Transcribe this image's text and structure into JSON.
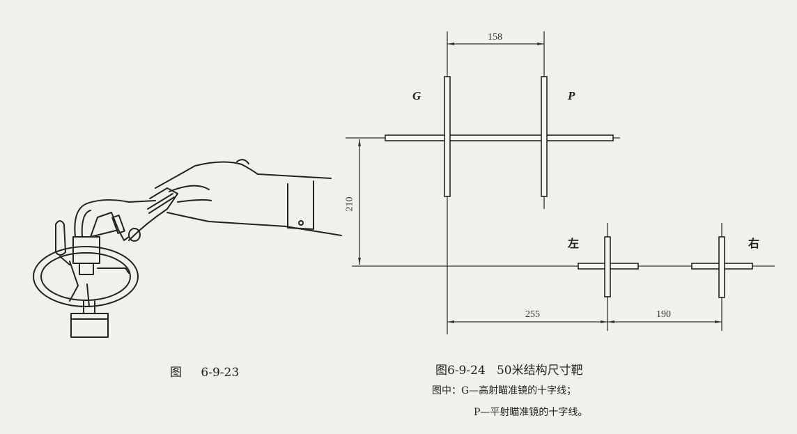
{
  "figure_left": {
    "caption_prefix": "图",
    "caption_number": "6-9-23"
  },
  "figure_right": {
    "caption": "图6-9-24   50米结构尺寸靶",
    "labels": {
      "g": "G",
      "p": "P",
      "left": "左",
      "right": "右"
    },
    "dimensions": {
      "top": "158",
      "vertical": "210",
      "bottom_left": "255",
      "bottom_right": "190"
    },
    "notes": [
      "图中：G—高射瞄准镜的十字线；",
      "P—平射瞄准镜的十字线。"
    ]
  }
}
